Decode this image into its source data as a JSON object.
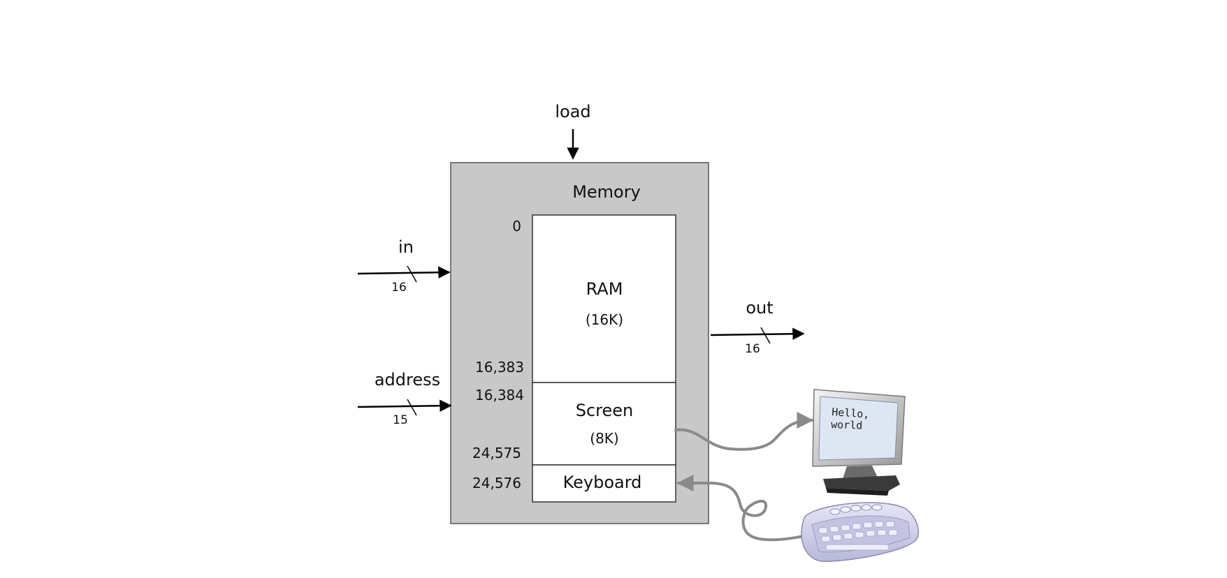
{
  "labels": {
    "load": "load",
    "memory_title": "Memory",
    "in": "in",
    "in_width": "16",
    "address": "address",
    "address_width": "15",
    "out": "out",
    "out_width": "16"
  },
  "regions": {
    "ram": {
      "name": "RAM",
      "size": "(16K)"
    },
    "screen": {
      "name": "Screen",
      "size": "(8K)"
    },
    "keyboard": {
      "name": "Keyboard"
    }
  },
  "addresses": {
    "ram_start": "0",
    "ram_end": "16,383",
    "screen_start": "16,384",
    "screen_end": "24,575",
    "keyboard": "24,576"
  },
  "monitor_text": {
    "line1": "Hello,",
    "line2": "world"
  },
  "colors": {
    "memory_fill": "#c8c8c8",
    "region_fill": "#ffffff",
    "line": "#000000",
    "cable": "#8a8a8a",
    "monitor_screen": "#dde6f2",
    "keyboard_body": "#d6d6ee"
  },
  "icons": [
    "monitor-icon",
    "keyboard-icon"
  ]
}
